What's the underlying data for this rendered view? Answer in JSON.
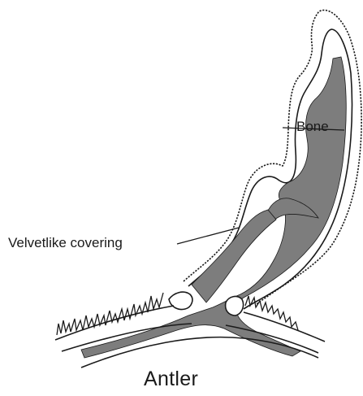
{
  "labels": {
    "bone": "Bone",
    "velvet": "Velvetlike covering",
    "title": "Antler"
  },
  "colors": {
    "bone_fill": "#7d7d7d",
    "line": "#1a1a1a",
    "background": "#ffffff"
  }
}
